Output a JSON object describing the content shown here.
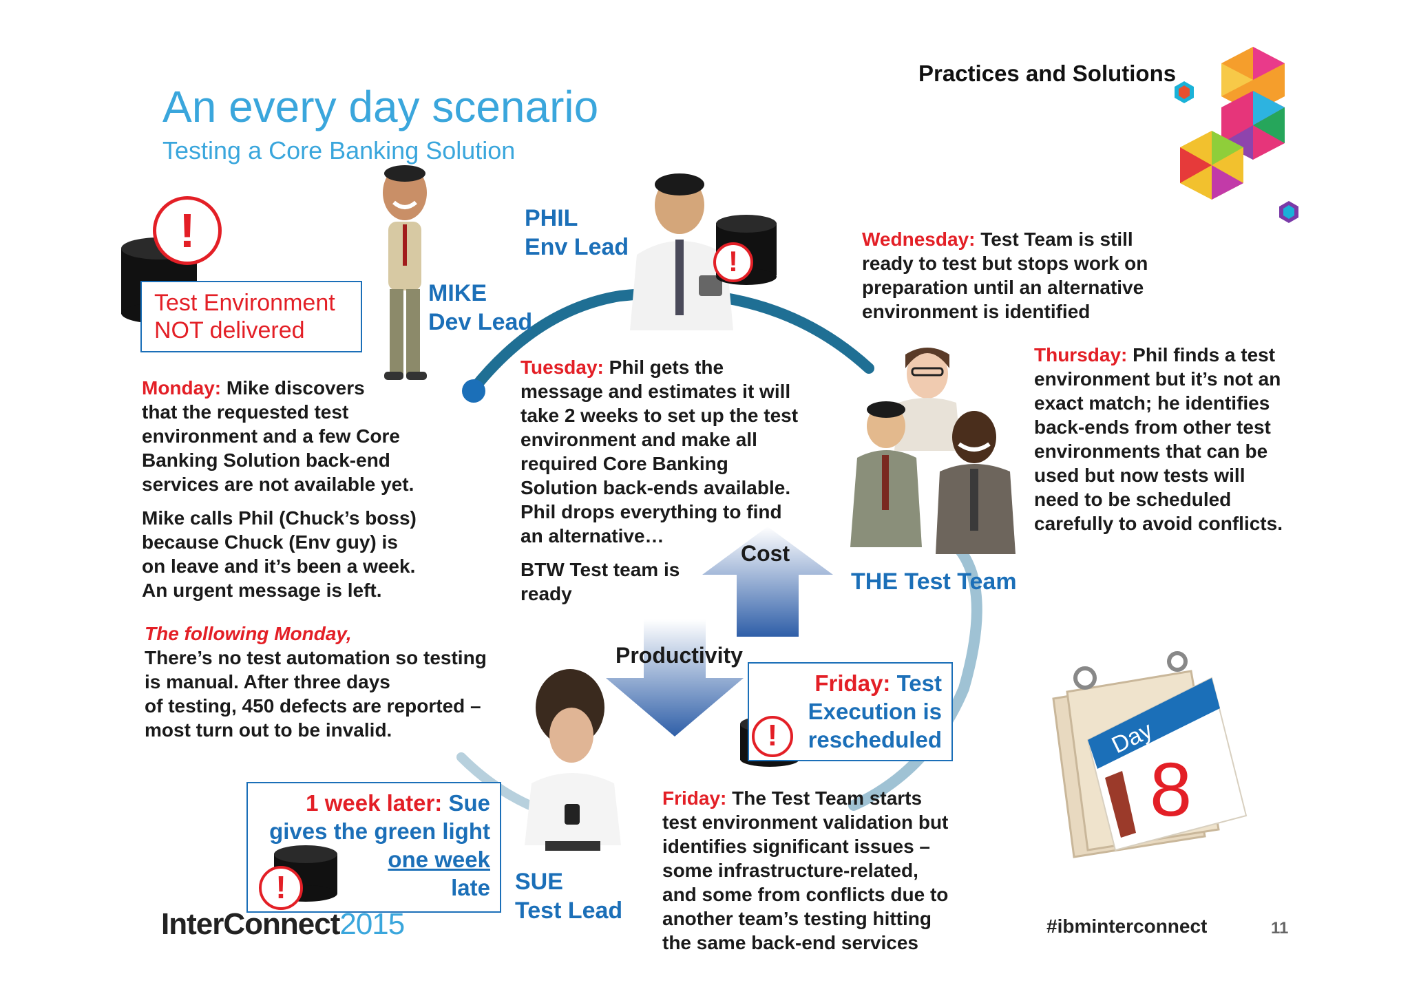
{
  "header": {
    "title": "An every day scenario",
    "subtitle": "Testing a Core Banking Solution",
    "section": "Practices and Solutions"
  },
  "colors": {
    "accent_blue": "#3aa6dc",
    "label_blue": "#1b6fb8",
    "alert_red": "#e31f26",
    "cycle_blue": "#1f6f94"
  },
  "alerts": {
    "test_env_line1": "Test Environment",
    "test_env_line2": "NOT delivered",
    "mark": "!"
  },
  "roles": {
    "mike_name": "MIKE",
    "mike_role": "Dev Lead",
    "phil_name": "PHIL",
    "phil_role": "Env Lead",
    "team": "THE Test Team",
    "sue_name": "SUE",
    "sue_role": "Test Lead"
  },
  "monday": {
    "day": "Monday:",
    "line1": " Mike discovers",
    "line2": "that the requested test",
    "line3": "environment and a few Core",
    "line4": "Banking Solution back-end",
    "line5": "services are not available yet.",
    "p2_line1": "Mike calls Phil (Chuck’s boss)",
    "p2_line2": "because Chuck (Env guy) is",
    "p2_line3": "on leave and it’s been a week.",
    "p2_line4": "An urgent message is left."
  },
  "following_monday": {
    "day": "The following Monday,",
    "line1": "There’s no test automation so testing",
    "line2": "is manual. After three days",
    "line3": "of testing, 450 defects are reported –",
    "line4": "most turn out to be invalid."
  },
  "tuesday": {
    "day": "Tuesday:",
    "line1": " Phil gets the",
    "line2": "message and estimates it will",
    "line3": "take 2 weeks to set up the test",
    "line4": "environment and make all",
    "line5": "required Core Banking",
    "line6": "Solution back-ends available.",
    "line7": "Phil drops everything to find",
    "line8": "an alternative…",
    "btw1": "BTW Test team is",
    "btw2": "ready"
  },
  "wednesday": {
    "day": "Wednesday:",
    "line1": " Test Team is still",
    "line2": "ready to test but stops work on",
    "line3": "preparation until an alternative",
    "line4": "environment is identified"
  },
  "thursday": {
    "day": "Thursday:",
    "line1": " Phil finds a test",
    "line2": "environment but it’s not an",
    "line3": "exact match; he identifies",
    "line4": "back-ends from other test",
    "line5": "environments that can be",
    "line6": "used but now tests will",
    "line7": "need to be scheduled",
    "line8": "carefully to avoid conflicts."
  },
  "arrows": {
    "cost": "Cost",
    "productivity": "Productivity"
  },
  "friday_box": {
    "day": "Friday:",
    "line1": " Test",
    "line2": "Execution is",
    "line3": "rescheduled"
  },
  "friday": {
    "day": "Friday:",
    "line1": " The Test Team starts",
    "line2": "test environment validation but",
    "line3": "identifies significant issues –",
    "line4": "some infrastructure-related,",
    "line5": "and some from conflicts due to",
    "line6": "another team’s testing hitting",
    "line7": "the same back-end services"
  },
  "week_later": {
    "day": "1 week later:",
    "line1": " Sue",
    "line2": "gives the green light",
    "line3": "one week",
    "line4": "late"
  },
  "calendar": {
    "label": "Day",
    "number": "8"
  },
  "footer": {
    "logo_text": "InterConnect",
    "logo_year": "2015",
    "hashtag": "#ibminterconnect",
    "page": "11"
  }
}
